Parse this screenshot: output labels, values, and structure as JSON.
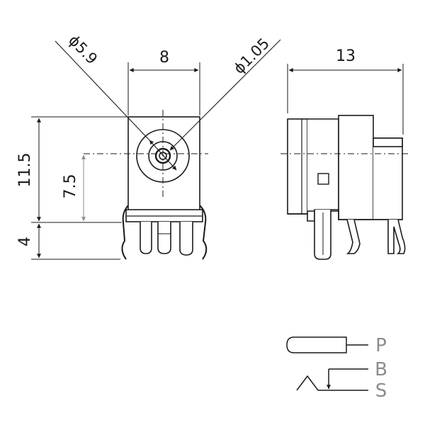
{
  "dimensions": {
    "outer_diameter": "ϕ5.9",
    "width": "8",
    "pin_diameter": "ϕ1.05",
    "depth": "13",
    "total_height": "11.5",
    "center_height": "7.5",
    "pin_length": "4"
  },
  "legend": {
    "power": "P",
    "break": "B",
    "sleeve": "S"
  },
  "colors": {
    "line": "#1a1a1a",
    "dimension_gray": "#8c8c8c"
  }
}
